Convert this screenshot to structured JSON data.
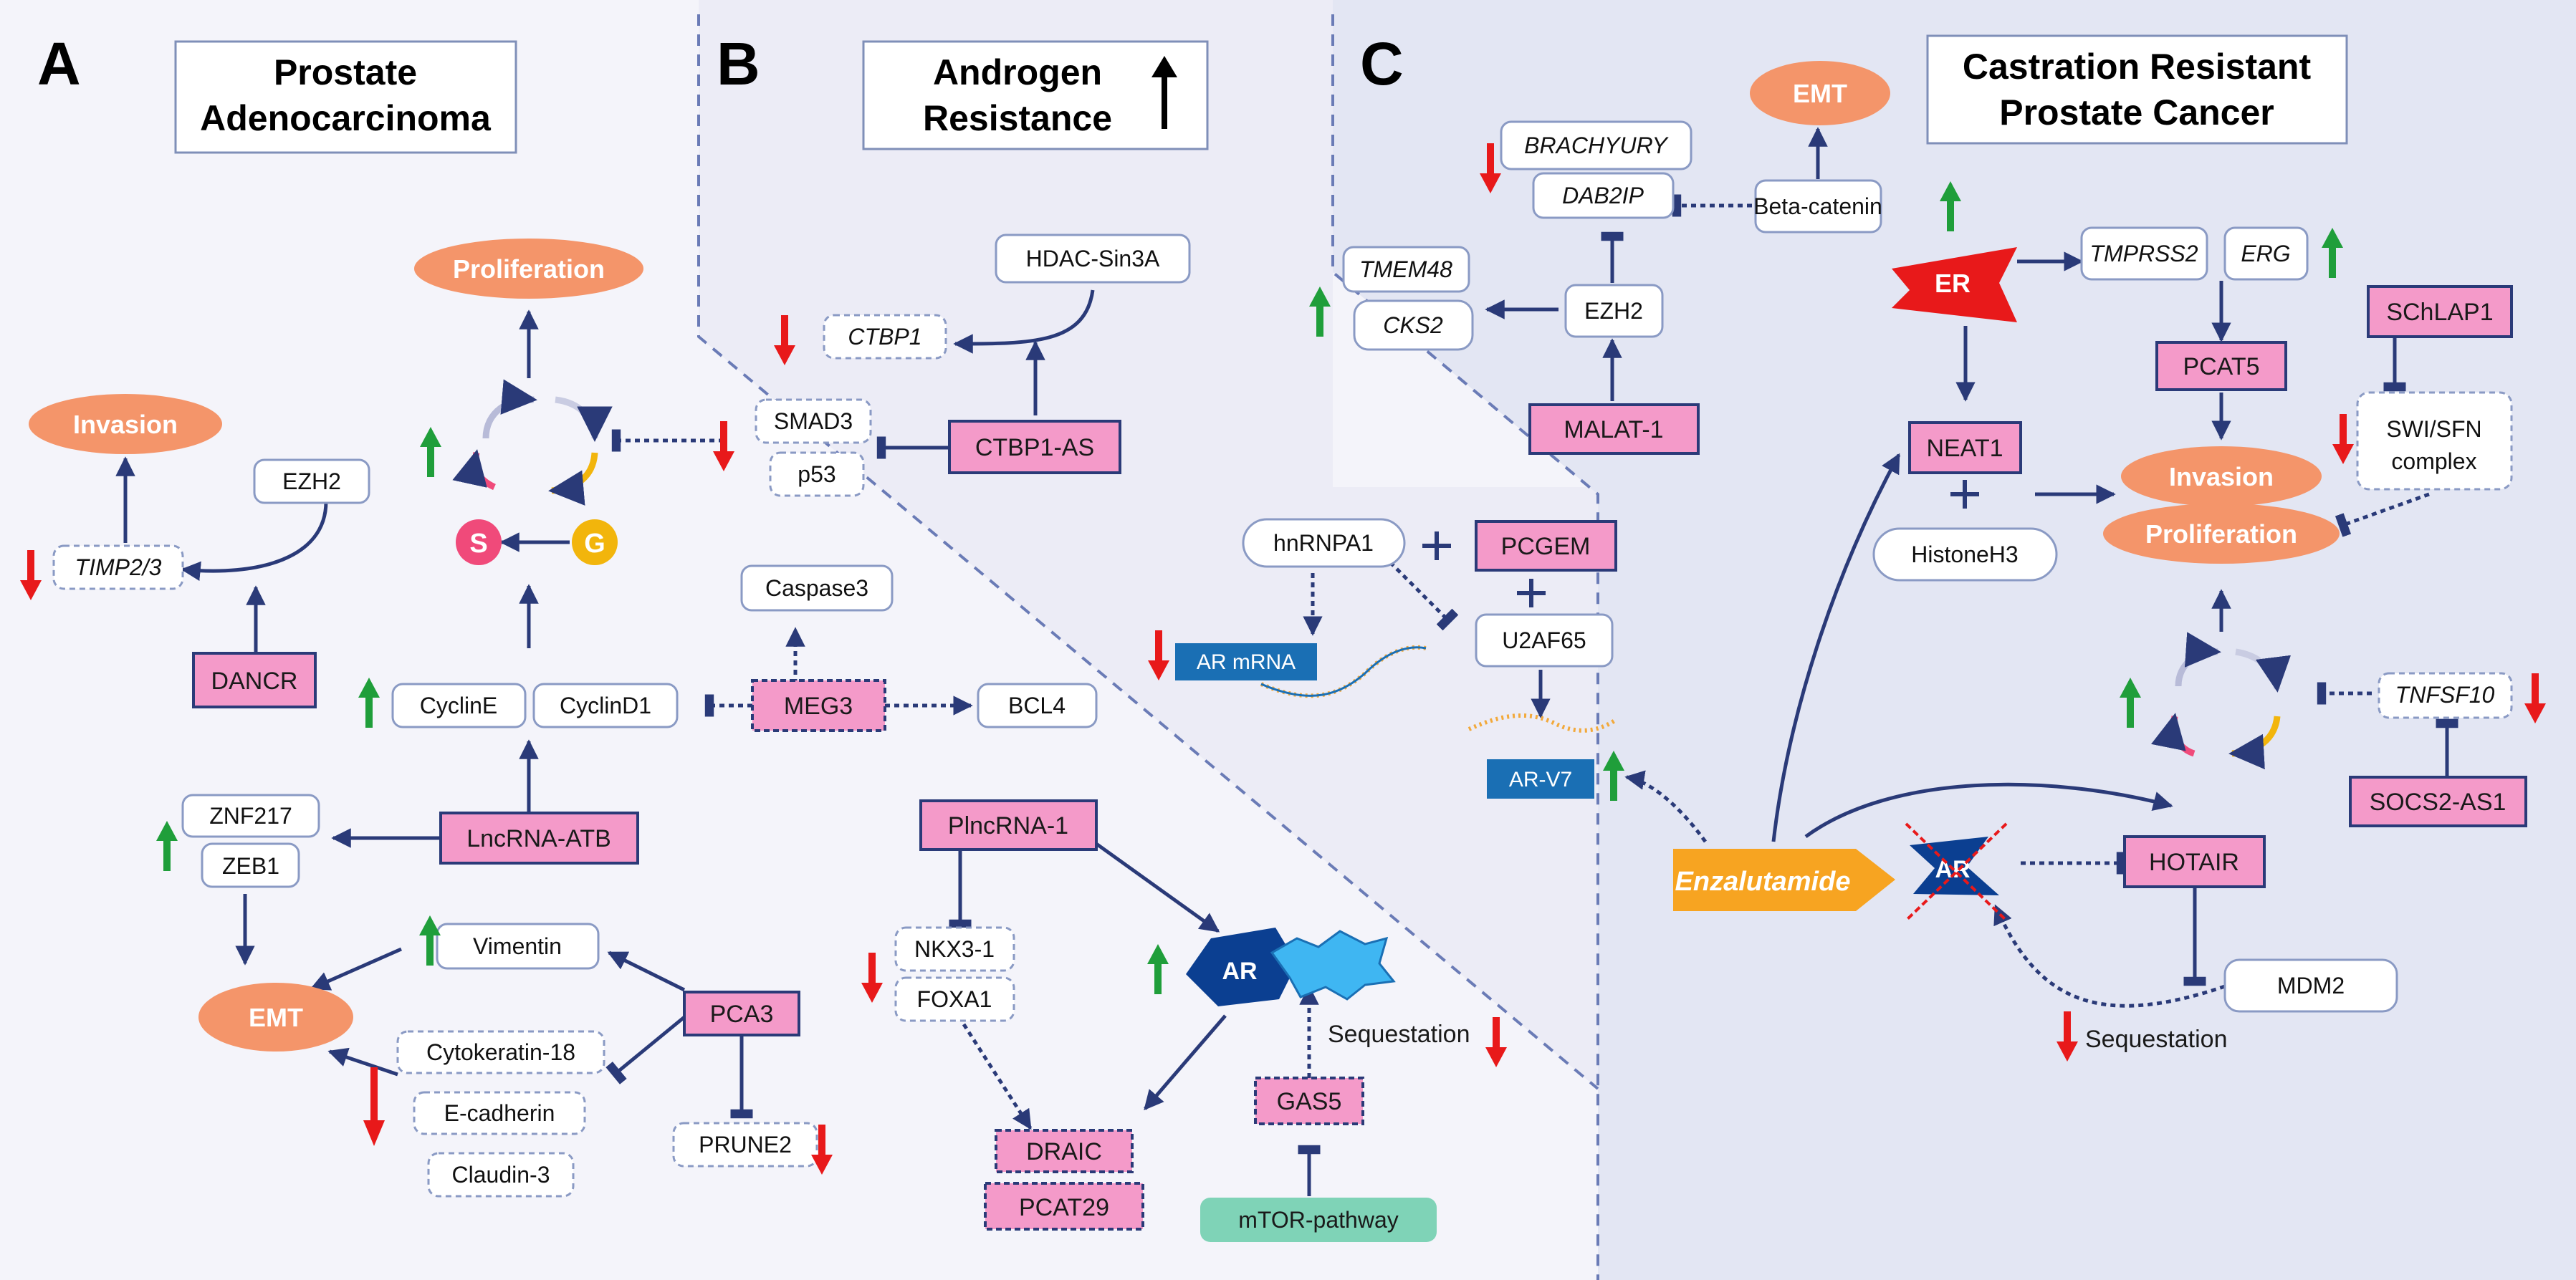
{
  "panels": {
    "A": {
      "letter": "A",
      "title_line1": "Prostate",
      "title_line2": "Adenocarcinoma"
    },
    "B": {
      "letter": "B",
      "title_line1": "Androgen",
      "title_line2": "Resistance"
    },
    "C": {
      "letter": "C",
      "title_line1": "Castration Resistant",
      "title_line2": "Prostate Cancer"
    }
  },
  "processes": {
    "proliferation_a": "Proliferation",
    "invasion_a": "Invasion",
    "emt_a": "EMT",
    "emt_c": "EMT",
    "invasion_c": "Invasion",
    "proliferation_c": "Proliferation"
  },
  "cell_cycle": {
    "s_phase": "S",
    "g_phase": "G"
  },
  "lncrnas": {
    "dancr": "DANCR",
    "lncrna_atb": "LncRNA-ATB",
    "meg3": "MEG3",
    "pca3": "PCA3",
    "ctbp1_as": "CTBP1-AS",
    "pllncrna1": "PlncRNA-1",
    "draic": "DRAIC",
    "pcat29": "PCAT29",
    "gas5": "GAS5",
    "pcgem": "PCGEM",
    "malat1": "MALAT-1",
    "pcat5": "PCAT5",
    "schlap1": "SChLAP1",
    "neat1": "NEAT1",
    "hotair": "HOTAIR",
    "socs2_as1": "SOCS2-AS1"
  },
  "genes": {
    "ezh2_a": "EZH2",
    "timp23": "TIMP2/3",
    "cycline": "CyclinE",
    "cyclind1": "CyclinD1",
    "caspase3": "Caspase3",
    "bcl4": "BCL4",
    "znf217": "ZNF217",
    "zeb1": "ZEB1",
    "vimentin": "Vimentin",
    "cytokeratin18": "Cytokeratin-18",
    "ecadherin": "E-cadherin",
    "claudin3": "Claudin-3",
    "prune2": "PRUNE2",
    "hdac_sin3a": "HDAC-Sin3A",
    "ctbp1": "CTBP1",
    "smad3": "SMAD3",
    "p53": "p53",
    "nkx31": "NKX3-1",
    "foxa1": "FOXA1",
    "hnrnpa1": "hnRNPA1",
    "u2af65": "U2AF65",
    "brachyury": "BRACHYURY",
    "dab2ip": "DAB2IP",
    "beta_catenin": "Beta-catenin",
    "tmem48": "TMEM48",
    "cks2": "CKS2",
    "ezh2_c": "EZH2",
    "tmprss2": "TMPRSS2",
    "erg": "ERG",
    "swisnf_line1": "SWI/SFN",
    "swisnf_line2": "complex",
    "histone_h3": "HistoneH3",
    "tnfsf10": "TNFSF10",
    "mdm2": "MDM2"
  },
  "receptors": {
    "ar_b": "AR",
    "ar_mrna": "AR mRNA",
    "ar_v7": "AR-V7",
    "er": "ER",
    "ar_c": "AR"
  },
  "drugs": {
    "enzalutamide": "Enzalutamide"
  },
  "pathways": {
    "mtor": "mTOR-pathway"
  },
  "annotations": {
    "sequestation_b": "Sequestation",
    "sequestation_c": "Sequestation"
  },
  "colors": {
    "lncrna_fill": "#f49ac9",
    "process_fill": "#f4956a",
    "arrow": "#2a3a78",
    "up": "#1f9e3a",
    "down": "#e8191a",
    "receptor": "#0b3f91",
    "mrna_box": "#1a6fb4",
    "mtor_fill": "#7fd3b7",
    "enzalutamide_fill": "#f7a421",
    "er_fill": "#e8191a",
    "panel_a_bg": "#f4f4fa",
    "panel_b_bg": "#ececf6",
    "panel_c_bg": "#e3e6f3"
  }
}
